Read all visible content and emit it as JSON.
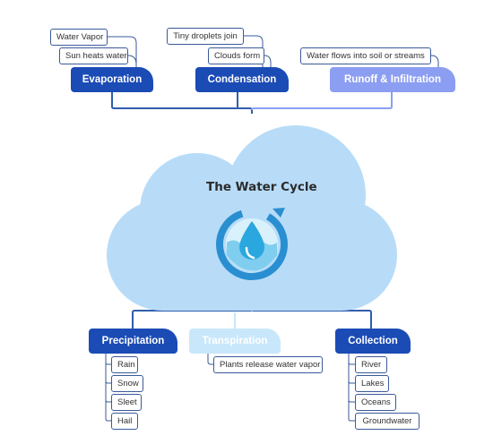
{
  "title": "The Water Cycle",
  "colors": {
    "dark_topic": "#1b4bb5",
    "light_topic": "#8c9ef2",
    "pale_topic": "#c9e7fb",
    "cloud": "#b8dcf8",
    "connector": "#2f5eae",
    "icon": "#2a8fd0"
  },
  "center_icon": "water-drop-cycle-icon",
  "branches": [
    {
      "key": "evaporation",
      "label": "Evaporation",
      "details": [
        "Water Vapor",
        "Sun heats water"
      ]
    },
    {
      "key": "condensation",
      "label": "Condensation",
      "details": [
        "Tiny droplets join",
        "Clouds form"
      ]
    },
    {
      "key": "runoff",
      "label": "Runoff & Infiltration",
      "details": [
        "Water flows into soil or streams"
      ]
    },
    {
      "key": "precipitation",
      "label": "Precipitation",
      "details": [
        "Rain",
        "Snow",
        "Sleet",
        "Hail"
      ]
    },
    {
      "key": "transpiration",
      "label": "Transpiration",
      "details": [
        "Plants release water vapor"
      ]
    },
    {
      "key": "collection",
      "label": "Collection",
      "details": [
        "River",
        "Lakes",
        "Oceans",
        "Groundwater"
      ]
    }
  ]
}
